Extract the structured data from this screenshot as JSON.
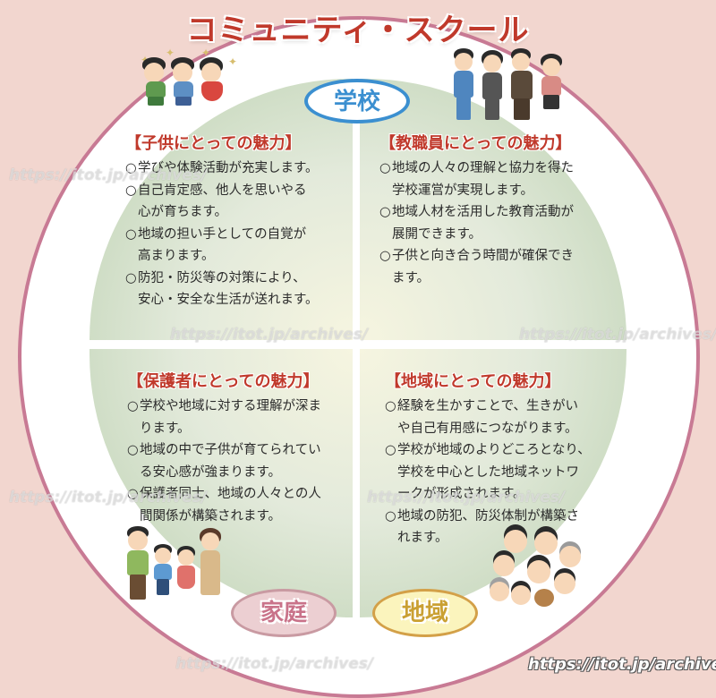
{
  "title": "コミュニティ・スクール",
  "labels": {
    "school": "学校",
    "home": "家庭",
    "region": "地域"
  },
  "colors": {
    "title": "#c0392b",
    "section_title": "#c0392b",
    "circle_border": "#c87a94",
    "background": "#f2d6cf",
    "school_label": "#3b8fd0",
    "home_label": "#c9738a",
    "region_label": "#caa033",
    "quadrant_fill": "#c9dbbd"
  },
  "sections": {
    "children": {
      "title": "【子供にとっての魅力】",
      "items": [
        {
          "lines": [
            "学びや体験活動が充実します。"
          ]
        },
        {
          "lines": [
            "自己肯定感、他人を思いやる",
            "心が育ちます。"
          ]
        },
        {
          "lines": [
            "地域の担い手としての自覚が",
            "高まります。"
          ]
        },
        {
          "lines": [
            "防犯・防災等の対策により、",
            "安心・安全な生活が送れます。"
          ]
        }
      ]
    },
    "staff": {
      "title": "【教職員にとっての魅力】",
      "items": [
        {
          "lines": [
            "地域の人々の理解と協力を得た",
            "学校運営が実現します。"
          ]
        },
        {
          "lines": [
            "地域人材を活用した教育活動が",
            "展開できます。"
          ]
        },
        {
          "lines": [
            "子供と向き合う時間が確保でき",
            "ます。"
          ]
        }
      ]
    },
    "guardians": {
      "title": "【保護者にとっての魅力】",
      "items": [
        {
          "lines": [
            "学校や地域に対する理解が深ま",
            "ります。"
          ]
        },
        {
          "lines": [
            "地域の中で子供が育てられてい",
            "る安心感が強まります。"
          ]
        },
        {
          "lines": [
            "保護者同士、地域の人々との人",
            "間関係が構築されます。"
          ]
        }
      ]
    },
    "community": {
      "title": "【地域にとっての魅力】",
      "items": [
        {
          "lines": [
            "経験を生かすことで、生きがい",
            "や自己有用感につながります。"
          ]
        },
        {
          "lines": [
            "学校が地域のよりどころとなり、",
            "学校を中心とした地域ネットワ",
            "ークが形成されます。"
          ]
        },
        {
          "lines": [
            "地域の防犯、防災体制が構築さ",
            "れます。"
          ]
        }
      ]
    }
  },
  "bullet": "○",
  "illustrations": {
    "children": "running-children-illustration",
    "staff": "school-staff-illustration",
    "family": "family-illustration",
    "community": "community-group-illustration"
  },
  "watermark": "https://itot.jp/archives/"
}
